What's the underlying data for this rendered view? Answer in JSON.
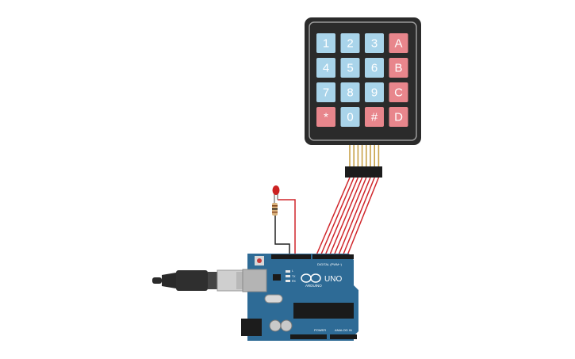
{
  "keypad": {
    "keys": [
      {
        "label": "1",
        "color": "#a9d4ea"
      },
      {
        "label": "2",
        "color": "#a9d4ea"
      },
      {
        "label": "3",
        "color": "#a9d4ea"
      },
      {
        "label": "A",
        "color": "#e8868c"
      },
      {
        "label": "4",
        "color": "#a9d4ea"
      },
      {
        "label": "5",
        "color": "#a9d4ea"
      },
      {
        "label": "6",
        "color": "#a9d4ea"
      },
      {
        "label": "B",
        "color": "#e8868c"
      },
      {
        "label": "7",
        "color": "#a9d4ea"
      },
      {
        "label": "8",
        "color": "#a9d4ea"
      },
      {
        "label": "9",
        "color": "#a9d4ea"
      },
      {
        "label": "C",
        "color": "#e8868c"
      },
      {
        "label": "*",
        "color": "#e8868c"
      },
      {
        "label": "0",
        "color": "#a9d4ea"
      },
      {
        "label": "#",
        "color": "#e8868c"
      },
      {
        "label": "D",
        "color": "#e8868c"
      }
    ],
    "body_color": "#2b2b2b"
  },
  "board": {
    "model": "UNO",
    "brand": "ARDUINO",
    "digital_label": "DIGITAL (PWM~)",
    "power_label": "POWER",
    "analog_label": "ANALOG IN",
    "led_tx": "TX",
    "led_rx": "RX",
    "led_l": "L",
    "color": "#2e6b96"
  },
  "led": {
    "color": "#cc2222"
  },
  "wires": {
    "keypad_color": "#d0262b",
    "led_color": "#d0262b",
    "ground_color": "#222222"
  },
  "usb_cable": {
    "color": "#2a2a2a"
  }
}
